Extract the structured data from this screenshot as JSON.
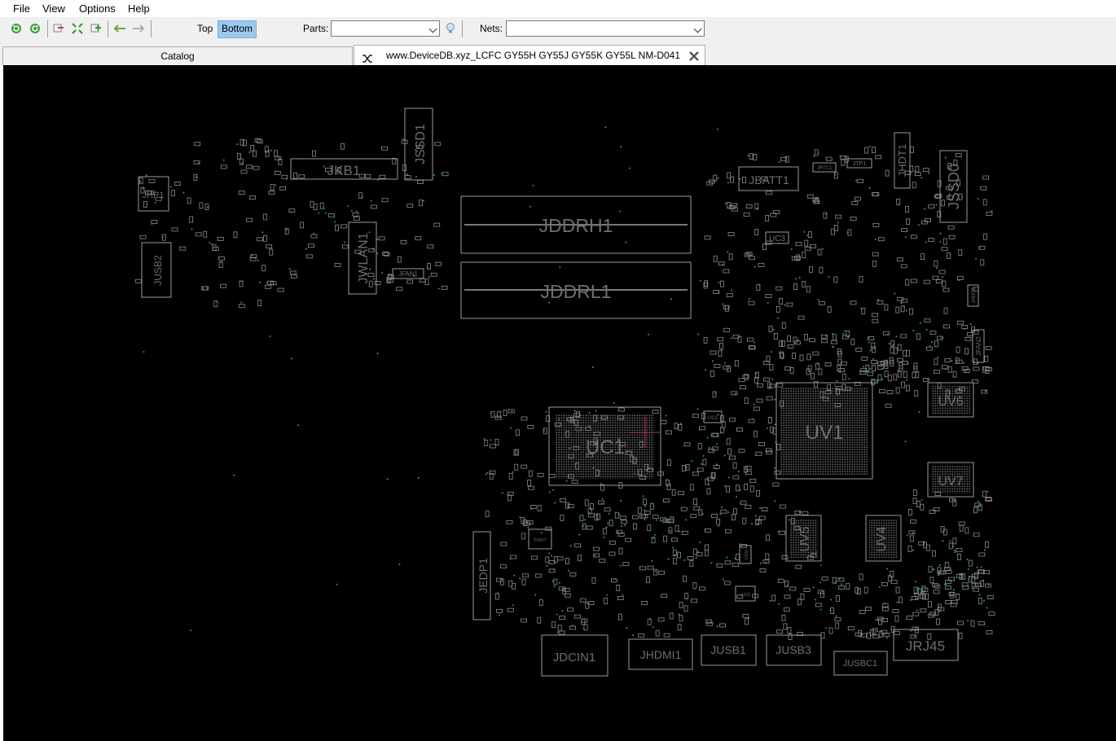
{
  "menu": {
    "file": "File",
    "view": "View",
    "options": "Options",
    "help": "Help"
  },
  "toolbar": {
    "top_label": "Top",
    "bottom_label": "Bottom",
    "parts_label": "Parts:",
    "parts_value": "",
    "nets_label": "Nets:",
    "nets_value": "",
    "icons": [
      "rotate-left-icon",
      "rotate-right-icon",
      "zoom-out-icon",
      "zoom-fit-icon",
      "zoom-in-icon",
      "arrow-left-icon",
      "arrow-right-icon",
      "bulb-icon"
    ]
  },
  "tabs": {
    "catalog": "Catalog",
    "board_file": "www.DeviceDB.xyz_LCFC GY55H GY55J GY55K GY55L NM-D041",
    "active": "board_file"
  },
  "board": {
    "side": "Bottom",
    "components": {
      "jkb1": "JKB1",
      "jssd1": "JSSD1",
      "jhp1": "JHP1",
      "jusb2": "JUSB2",
      "jwlan1": "JWLAN1",
      "jfan1": "JFAN1",
      "jddrh1": "JDDRH1",
      "jddrl1": "JDDRL1",
      "jbatt1": "JBATT1",
      "jrtc1": "JRTC1",
      "jtp1": "JTP1",
      "jhdt1": "JHDT1",
      "jssd0": "JSSD0",
      "uc3": "UC3",
      "jhdd1": "JHDD1",
      "jfan2": "JFAN2",
      "uv6": "UV6",
      "uv1": "UV1",
      "uv7": "UV7",
      "uc1": "UC1",
      "uv5": "UV5",
      "uv4": "UV4",
      "jedp1": "JEDP1",
      "jdcin1": "JDCIN1",
      "jhdmi1": "JHDMI1",
      "jusb1": "JUSB1",
      "jusb3": "JUSB3",
      "jusbc1": "JUSBC1",
      "jrj45": "JRJ45",
      "pu607": "PU607",
      "ux32": "UX32",
      "u138": "U138",
      "uc5": "UC5"
    },
    "colors": {
      "background": "#000000",
      "outline": "#9a9a9a",
      "label": "#6e6e6e",
      "test_point": "#1aa08a"
    }
  }
}
